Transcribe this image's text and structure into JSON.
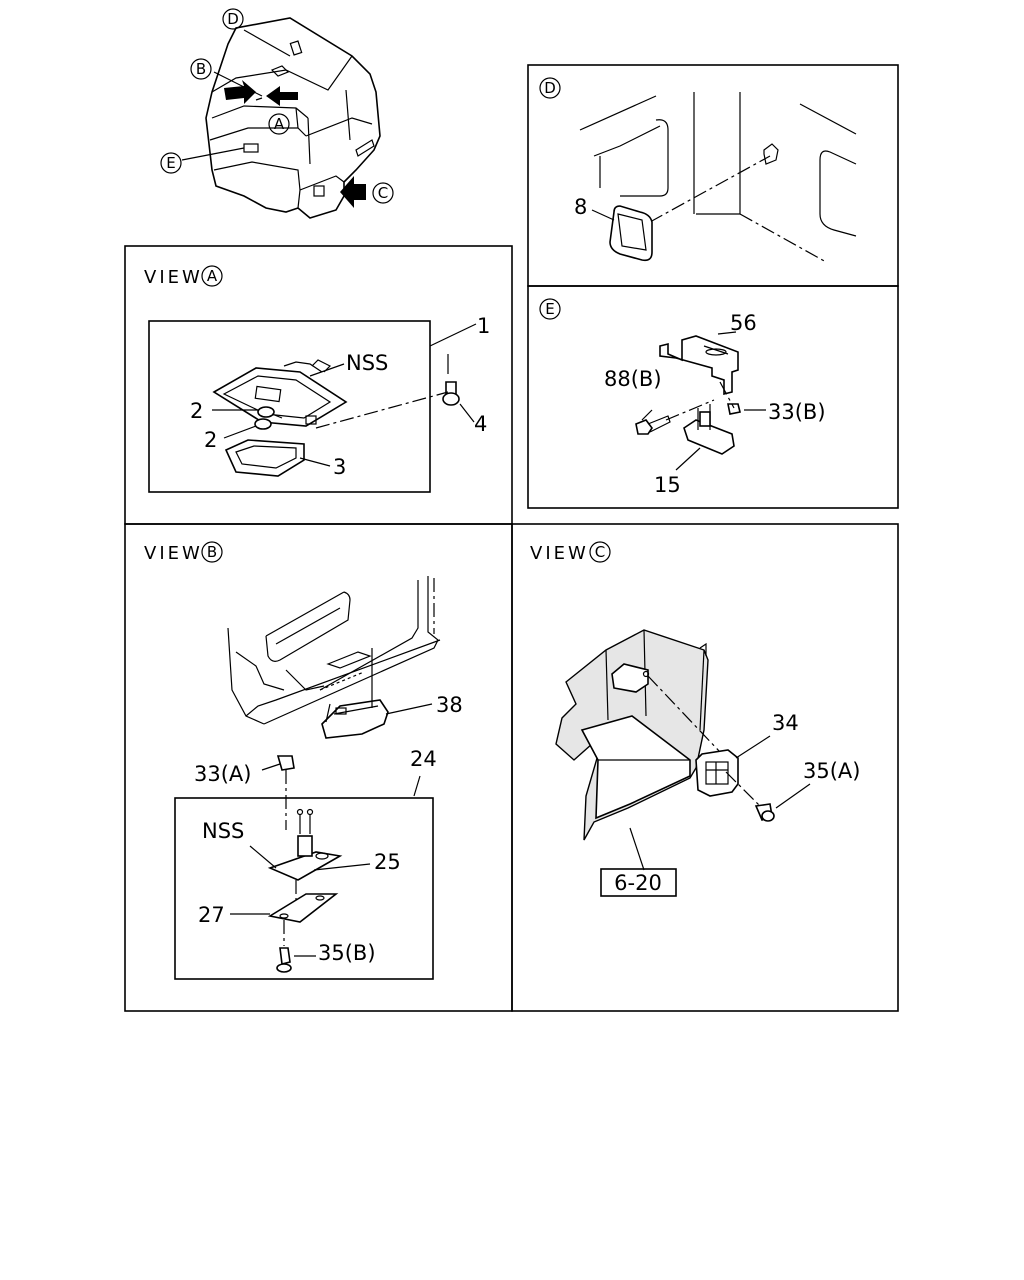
{
  "overview": {
    "markers": {
      "A": "A",
      "B": "B",
      "C": "C",
      "D": "D",
      "E": "E"
    }
  },
  "view_a": {
    "view_word": "VIEW",
    "view_letter": "A",
    "labels": {
      "p1": "1",
      "nss": "NSS",
      "p2a": "2",
      "p2b": "2",
      "p3": "3",
      "p4": "4"
    }
  },
  "panel_d": {
    "letter": "D",
    "labels": {
      "p8": "8"
    }
  },
  "panel_e": {
    "letter": "E",
    "labels": {
      "p56": "56",
      "p88b": "88(B)",
      "p33b": "33(B)",
      "p15": "15"
    }
  },
  "view_b": {
    "view_word": "VIEW",
    "view_letter": "B",
    "labels": {
      "p38": "38",
      "p33a": "33(A)",
      "p24": "24",
      "nss": "NSS",
      "p25": "25",
      "p27": "27",
      "p35b": "35(B)"
    }
  },
  "view_c": {
    "view_word": "VIEW",
    "view_letter": "C",
    "labels": {
      "p34": "34",
      "p35a": "35(A)",
      "ref": "6-20"
    }
  }
}
